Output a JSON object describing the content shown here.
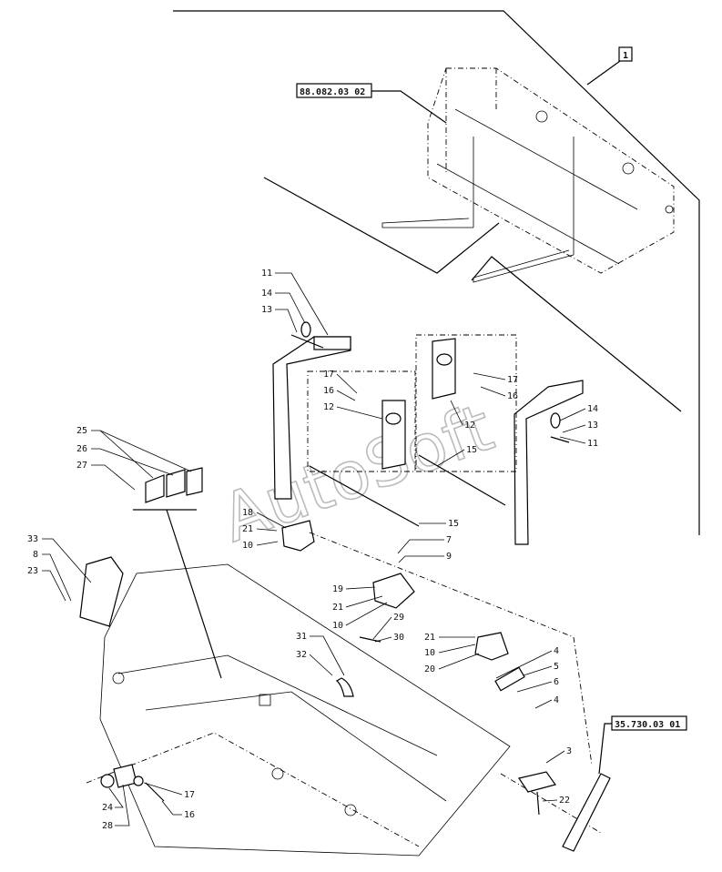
{
  "reference_boxes": {
    "top_ref": "88.082.03 02",
    "bottom_ref": "35.730.03 01",
    "group_ref": "1"
  },
  "watermark": "AutoSoft",
  "callouts": [
    "11",
    "14",
    "13",
    "17",
    "16",
    "12",
    "17",
    "16",
    "12",
    "15",
    "14",
    "13",
    "11",
    "25",
    "26",
    "27",
    "18",
    "21",
    "10",
    "15",
    "7",
    "9",
    "19",
    "21",
    "10",
    "29",
    "30",
    "31",
    "32",
    "21",
    "10",
    "20",
    "4",
    "5",
    "6",
    "4",
    "33",
    "8",
    "23",
    "3",
    "22",
    "17",
    "16",
    "24",
    "28"
  ]
}
